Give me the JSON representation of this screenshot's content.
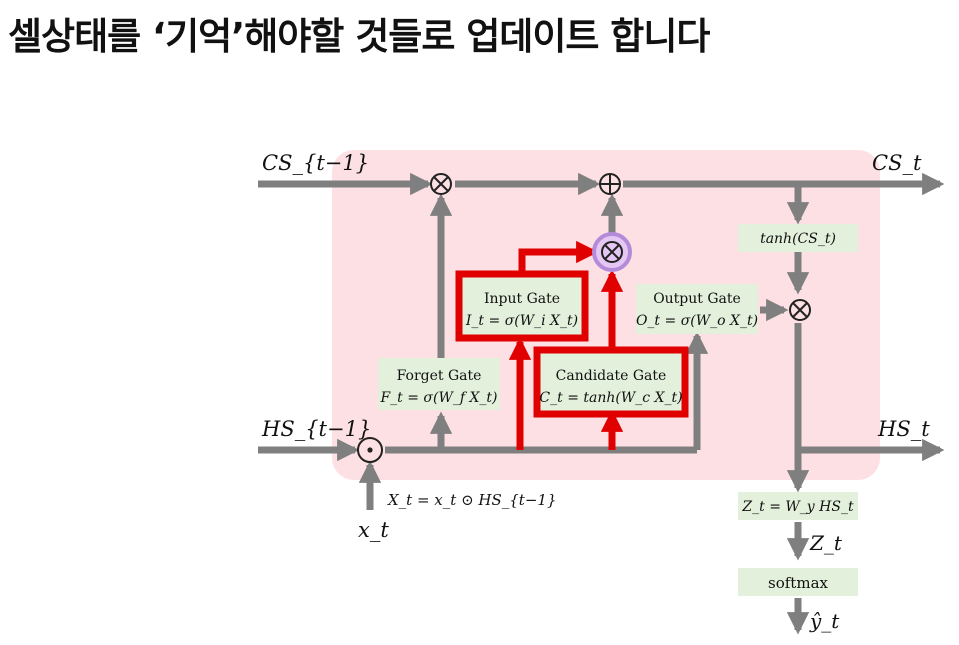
{
  "title": "셀상태를 ‘기억’해야할 것들로 업데이트 합니다",
  "colors": {
    "cell_background": "#fde0e4",
    "box_fill": "#e3f0dc",
    "arrow_gray": "#7f7f7f",
    "highlight_red": "#e00000",
    "highlight_purple": "#b38bd9"
  },
  "labels": {
    "cs_prev": "CS_{t−1}",
    "cs_next": "CS_t",
    "hs_prev": "HS_{t−1}",
    "hs_next": "HS_t",
    "x_in": "x_t",
    "x_eq": "X_t = x_t ⊙ HS_{t−1}",
    "z_out": "Z_t",
    "y_hat": "ŷ_t"
  },
  "boxes": {
    "forget_gate": {
      "title": "Forget Gate",
      "formula": "F_t = σ(W_f X_t)"
    },
    "input_gate": {
      "title": "Input Gate",
      "formula": "I_t = σ(W_i X_t)"
    },
    "candidate_gate": {
      "title": "Candidate Gate",
      "formula": "C_t = tanh(W_c X_t)"
    },
    "output_gate": {
      "title": "Output Gate",
      "formula": "O_t = σ(W_o X_t)"
    },
    "tanh_cs": {
      "formula": "tanh(CS_t)"
    },
    "z_eq": {
      "formula": "Z_t = W_y HS_t"
    },
    "softmax": {
      "title": "softmax"
    }
  },
  "operators": {
    "multiply": "⊗",
    "add": "⊕",
    "hadamard": "⊙"
  }
}
